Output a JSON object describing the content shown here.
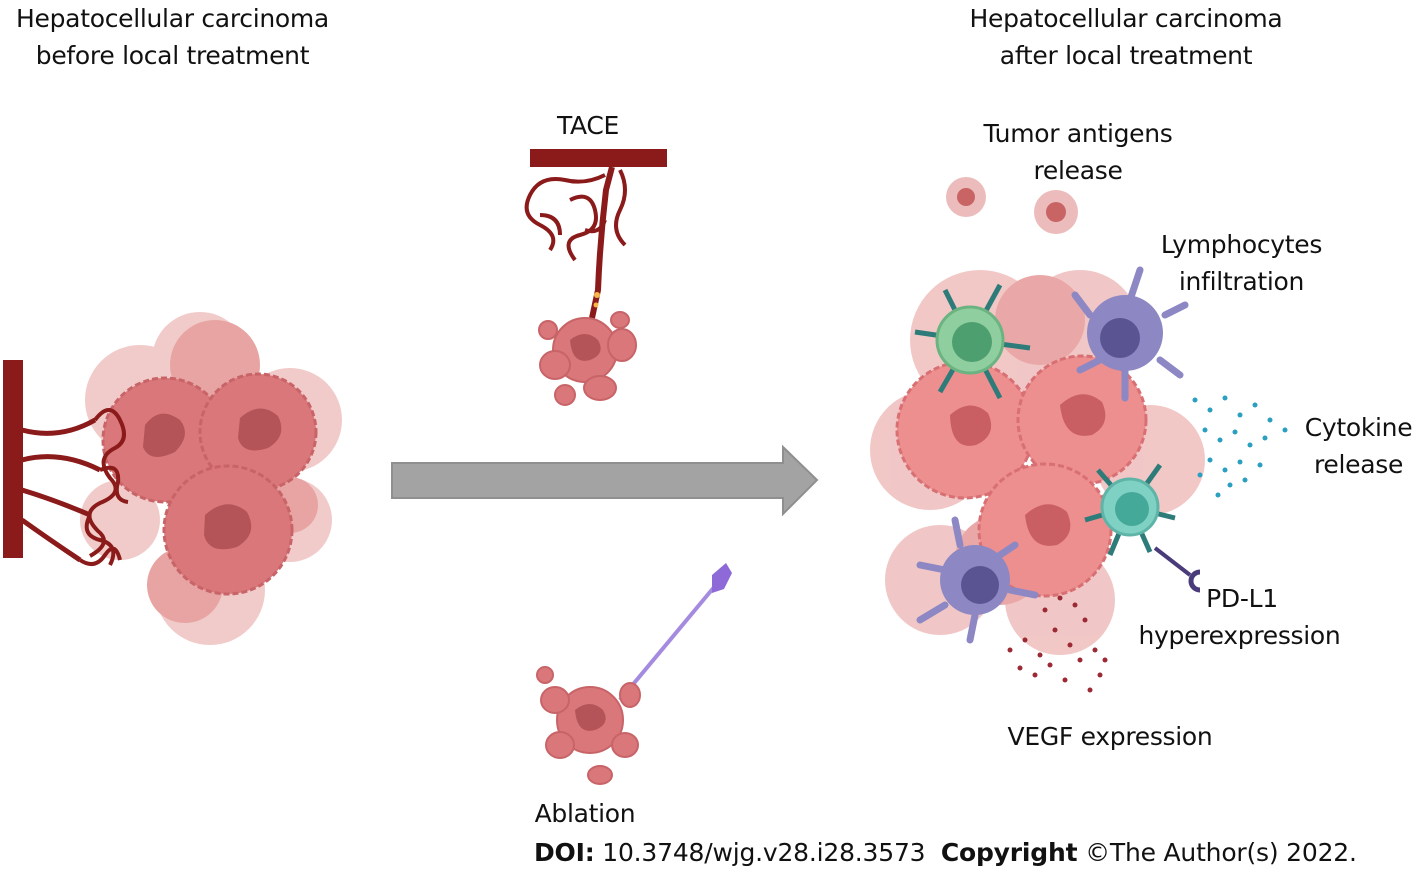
{
  "labels": {
    "before_title": [
      "Hepatocellular carcinoma",
      "before local treatment"
    ],
    "after_title": [
      "Hepatocellular carcinoma",
      "after local treatment"
    ],
    "tace": "TACE",
    "ablation": "Ablation",
    "tumor_antigens": [
      "Tumor antigens",
      "release"
    ],
    "lymphocytes": [
      "Lymphocytes",
      "infiltration"
    ],
    "cytokine": [
      "Cytokine",
      "release"
    ],
    "pdl1": [
      "PD-L1",
      "hyperexpression"
    ],
    "vegf": "VEGF expression"
  },
  "footer": {
    "doi_label": "DOI:",
    "doi_value": "10.3748/wjg.v28.i28.3573",
    "copyright_label": "Copyright",
    "copyright_value": "©The Author(s) 2022."
  },
  "colors": {
    "vessel": "#8b1a1a",
    "tumor_cell": "#d9777a",
    "tumor_nucleus": "#b45458",
    "tumor_faint": "#efc2c0",
    "arrow": "#a3a3a3",
    "lymphocyte_green": "#8fcf9f",
    "lymphocyte_teal": "#7fd1c4",
    "dendritic": "#8d88c4",
    "probe": "#a58be0",
    "cytokine_dots": "#2a9fc0",
    "vegf_dots": "#9c2a34"
  }
}
